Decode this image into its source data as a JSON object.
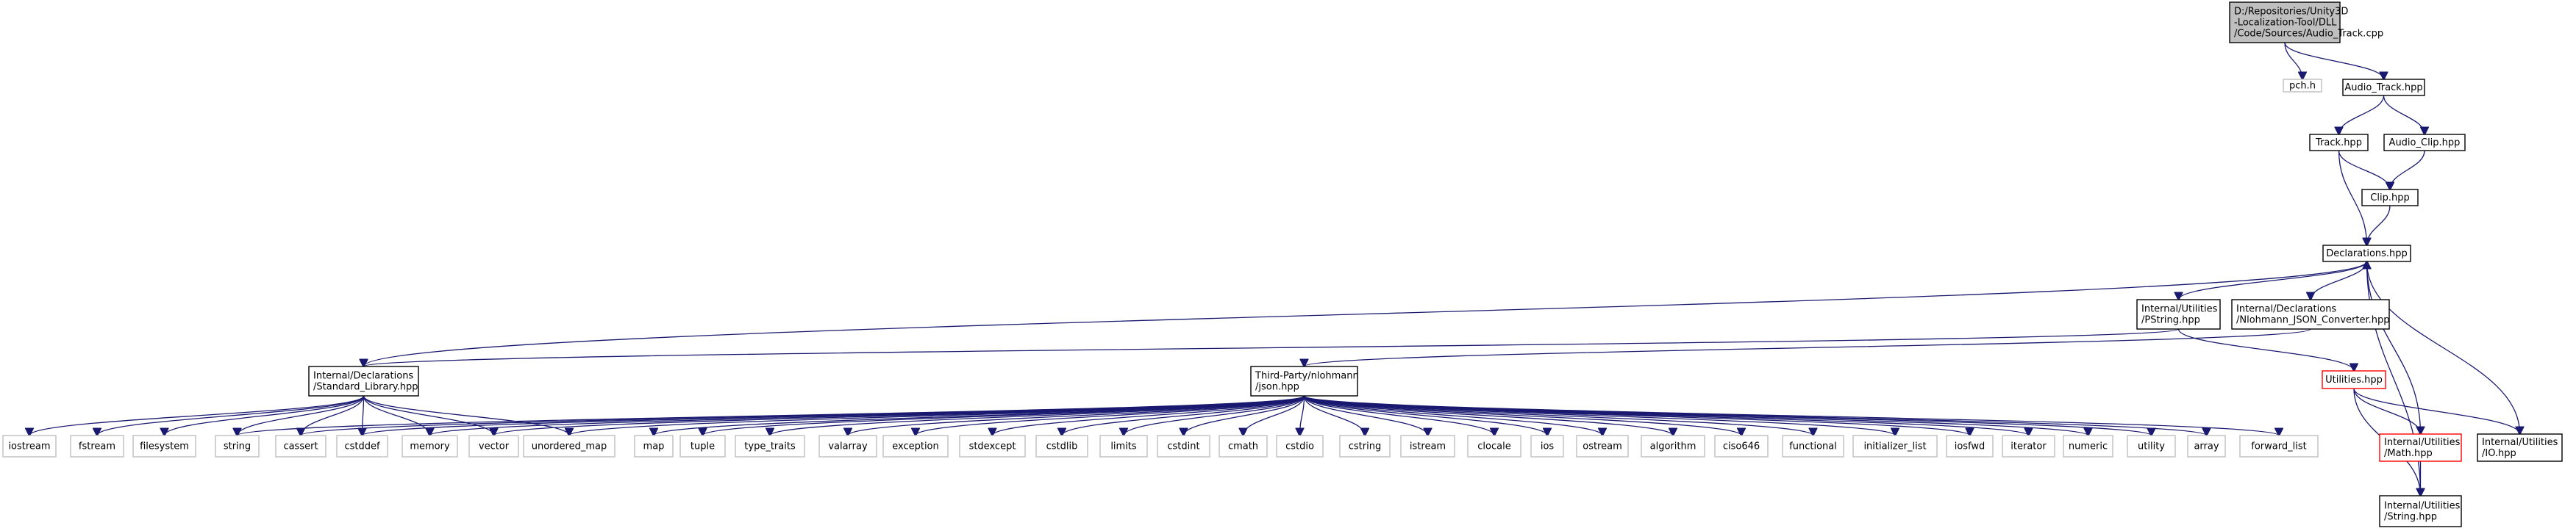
{
  "colors": {
    "edge": "#191970",
    "root_fill": "#bfbfbf",
    "root_stroke": "#000000",
    "node_stroke": "#000000",
    "sys_stroke": "#bfbfbf",
    "missing_stroke": "#ff0000",
    "node_fill": "#ffffff",
    "text": "#000000"
  },
  "nodes": [
    {
      "id": "root",
      "kind": "root",
      "lines": [
        "D:/Repositories/Unity3D",
        "-Localization-Tool/DLL",
        "/Code/Sources/Audio_Track.cpp"
      ]
    },
    {
      "id": "pch",
      "kind": "sys",
      "lines": [
        "pch.h"
      ]
    },
    {
      "id": "audio_track_hpp",
      "kind": "normal",
      "lines": [
        "Audio_Track.hpp"
      ]
    },
    {
      "id": "track_hpp",
      "kind": "normal",
      "lines": [
        "Track.hpp"
      ]
    },
    {
      "id": "audio_clip_hpp",
      "kind": "normal",
      "lines": [
        "Audio_Clip.hpp"
      ]
    },
    {
      "id": "clip_hpp",
      "kind": "normal",
      "lines": [
        "Clip.hpp"
      ]
    },
    {
      "id": "declarations_hpp",
      "kind": "normal",
      "lines": [
        "Declarations.hpp"
      ]
    },
    {
      "id": "pstring_hpp",
      "kind": "normal",
      "lines": [
        "Internal/Utilities",
        "/PString.hpp"
      ]
    },
    {
      "id": "nlohmann_conv",
      "kind": "normal",
      "lines": [
        "Internal/Declarations",
        "/Nlohmann_JSON_Converter.hpp"
      ]
    },
    {
      "id": "std_lib_hpp",
      "kind": "normal",
      "lines": [
        "Internal/Declarations",
        "/Standard_Library.hpp"
      ]
    },
    {
      "id": "json_hpp",
      "kind": "normal",
      "lines": [
        "Third-Party/nlohmann",
        "/json.hpp"
      ]
    },
    {
      "id": "utilities_hpp",
      "kind": "missing",
      "lines": [
        "Utilities.hpp"
      ]
    },
    {
      "id": "math_hpp",
      "kind": "missing",
      "lines": [
        "Internal/Utilities",
        "/Math.hpp"
      ]
    },
    {
      "id": "io_hpp",
      "kind": "normal",
      "lines": [
        "Internal/Utilities",
        "/IO.hpp"
      ]
    },
    {
      "id": "string_hpp",
      "kind": "normal",
      "lines": [
        "Internal/Utilities",
        "/String.hpp"
      ]
    },
    {
      "id": "iostream",
      "kind": "sys",
      "lines": [
        "iostream"
      ]
    },
    {
      "id": "fstream",
      "kind": "sys",
      "lines": [
        "fstream"
      ]
    },
    {
      "id": "filesystem",
      "kind": "sys",
      "lines": [
        "filesystem"
      ]
    },
    {
      "id": "string",
      "kind": "sys",
      "lines": [
        "string"
      ]
    },
    {
      "id": "cassert",
      "kind": "sys",
      "lines": [
        "cassert"
      ]
    },
    {
      "id": "cstddef",
      "kind": "sys",
      "lines": [
        "cstddef"
      ]
    },
    {
      "id": "memory",
      "kind": "sys",
      "lines": [
        "memory"
      ]
    },
    {
      "id": "vector",
      "kind": "sys",
      "lines": [
        "vector"
      ]
    },
    {
      "id": "unordered_map",
      "kind": "sys",
      "lines": [
        "unordered_map"
      ]
    },
    {
      "id": "map",
      "kind": "sys",
      "lines": [
        "map"
      ]
    },
    {
      "id": "tuple",
      "kind": "sys",
      "lines": [
        "tuple"
      ]
    },
    {
      "id": "type_traits",
      "kind": "sys",
      "lines": [
        "type_traits"
      ]
    },
    {
      "id": "valarray",
      "kind": "sys",
      "lines": [
        "valarray"
      ]
    },
    {
      "id": "exception",
      "kind": "sys",
      "lines": [
        "exception"
      ]
    },
    {
      "id": "stdexcept",
      "kind": "sys",
      "lines": [
        "stdexcept"
      ]
    },
    {
      "id": "cstdlib",
      "kind": "sys",
      "lines": [
        "cstdlib"
      ]
    },
    {
      "id": "limits",
      "kind": "sys",
      "lines": [
        "limits"
      ]
    },
    {
      "id": "cstdint",
      "kind": "sys",
      "lines": [
        "cstdint"
      ]
    },
    {
      "id": "cmath",
      "kind": "sys",
      "lines": [
        "cmath"
      ]
    },
    {
      "id": "cstdio",
      "kind": "sys",
      "lines": [
        "cstdio"
      ]
    },
    {
      "id": "cstring",
      "kind": "sys",
      "lines": [
        "cstring"
      ]
    },
    {
      "id": "istream",
      "kind": "sys",
      "lines": [
        "istream"
      ]
    },
    {
      "id": "clocale",
      "kind": "sys",
      "lines": [
        "clocale"
      ]
    },
    {
      "id": "ios",
      "kind": "sys",
      "lines": [
        "ios"
      ]
    },
    {
      "id": "ostream",
      "kind": "sys",
      "lines": [
        "ostream"
      ]
    },
    {
      "id": "algorithm",
      "kind": "sys",
      "lines": [
        "algorithm"
      ]
    },
    {
      "id": "ciso646",
      "kind": "sys",
      "lines": [
        "ciso646"
      ]
    },
    {
      "id": "functional",
      "kind": "sys",
      "lines": [
        "functional"
      ]
    },
    {
      "id": "initializer_list",
      "kind": "sys",
      "lines": [
        "initializer_list"
      ]
    },
    {
      "id": "iosfwd",
      "kind": "sys",
      "lines": [
        "iosfwd"
      ]
    },
    {
      "id": "iterator",
      "kind": "sys",
      "lines": [
        "iterator"
      ]
    },
    {
      "id": "numeric",
      "kind": "sys",
      "lines": [
        "numeric"
      ]
    },
    {
      "id": "utility",
      "kind": "sys",
      "lines": [
        "utility"
      ]
    },
    {
      "id": "array",
      "kind": "sys",
      "lines": [
        "array"
      ]
    },
    {
      "id": "forward_list",
      "kind": "sys",
      "lines": [
        "forward_list"
      ]
    }
  ],
  "edges": [
    [
      "root",
      "pch"
    ],
    [
      "root",
      "audio_track_hpp"
    ],
    [
      "audio_track_hpp",
      "track_hpp"
    ],
    [
      "audio_track_hpp",
      "audio_clip_hpp"
    ],
    [
      "track_hpp",
      "clip_hpp"
    ],
    [
      "track_hpp",
      "declarations_hpp"
    ],
    [
      "audio_clip_hpp",
      "clip_hpp"
    ],
    [
      "clip_hpp",
      "declarations_hpp"
    ],
    [
      "declarations_hpp",
      "std_lib_hpp"
    ],
    [
      "declarations_hpp",
      "pstring_hpp"
    ],
    [
      "declarations_hpp",
      "nlohmann_conv"
    ],
    [
      "pstring_hpp",
      "std_lib_hpp"
    ],
    [
      "pstring_hpp",
      "utilities_hpp"
    ],
    [
      "nlohmann_conv",
      "json_hpp"
    ],
    [
      "utilities_hpp",
      "math_hpp"
    ],
    [
      "utilities_hpp",
      "io_hpp"
    ],
    [
      "utilities_hpp",
      "string_hpp"
    ],
    [
      "math_hpp",
      "declarations_hpp"
    ],
    [
      "math_hpp",
      "string_hpp"
    ],
    [
      "io_hpp",
      "declarations_hpp"
    ],
    [
      "string_hpp",
      "declarations_hpp"
    ],
    [
      "std_lib_hpp",
      "iostream"
    ],
    [
      "std_lib_hpp",
      "fstream"
    ],
    [
      "std_lib_hpp",
      "filesystem"
    ],
    [
      "std_lib_hpp",
      "string"
    ],
    [
      "std_lib_hpp",
      "cassert"
    ],
    [
      "std_lib_hpp",
      "cstddef"
    ],
    [
      "std_lib_hpp",
      "memory"
    ],
    [
      "std_lib_hpp",
      "vector"
    ],
    [
      "std_lib_hpp",
      "unordered_map"
    ],
    [
      "json_hpp",
      "string"
    ],
    [
      "json_hpp",
      "cassert"
    ],
    [
      "json_hpp",
      "cstddef"
    ],
    [
      "json_hpp",
      "memory"
    ],
    [
      "json_hpp",
      "vector"
    ],
    [
      "json_hpp",
      "unordered_map"
    ],
    [
      "json_hpp",
      "map"
    ],
    [
      "json_hpp",
      "tuple"
    ],
    [
      "json_hpp",
      "type_traits"
    ],
    [
      "json_hpp",
      "valarray"
    ],
    [
      "json_hpp",
      "exception"
    ],
    [
      "json_hpp",
      "stdexcept"
    ],
    [
      "json_hpp",
      "cstdlib"
    ],
    [
      "json_hpp",
      "limits"
    ],
    [
      "json_hpp",
      "cstdint"
    ],
    [
      "json_hpp",
      "cmath"
    ],
    [
      "json_hpp",
      "cstdio"
    ],
    [
      "json_hpp",
      "cstring"
    ],
    [
      "json_hpp",
      "istream"
    ],
    [
      "json_hpp",
      "clocale"
    ],
    [
      "json_hpp",
      "ios"
    ],
    [
      "json_hpp",
      "ostream"
    ],
    [
      "json_hpp",
      "algorithm"
    ],
    [
      "json_hpp",
      "ciso646"
    ],
    [
      "json_hpp",
      "functional"
    ],
    [
      "json_hpp",
      "initializer_list"
    ],
    [
      "json_hpp",
      "iosfwd"
    ],
    [
      "json_hpp",
      "iterator"
    ],
    [
      "json_hpp",
      "numeric"
    ],
    [
      "json_hpp",
      "utility"
    ],
    [
      "json_hpp",
      "array"
    ],
    [
      "json_hpp",
      "forward_list"
    ]
  ]
}
